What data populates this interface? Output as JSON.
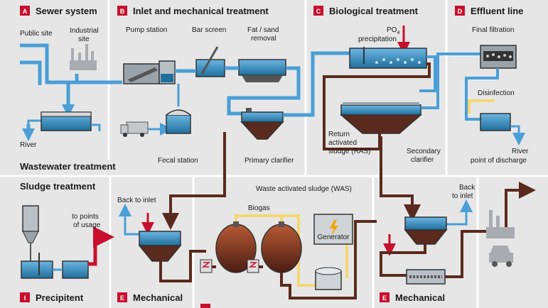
{
  "sections": {
    "a": {
      "letter": "A",
      "title": "Sewer system"
    },
    "b": {
      "letter": "B",
      "title": "Inlet and mechanical treatment"
    },
    "c": {
      "letter": "C",
      "title": "Biological treatment"
    },
    "d": {
      "letter": "D",
      "title": "Effluent line"
    }
  },
  "lower_sections": {
    "i": {
      "letter": "I",
      "title": "Precipitent"
    },
    "e1": {
      "letter": "E",
      "title": "Mechanical"
    },
    "e2": {
      "letter": "E",
      "title": "Mechanical"
    }
  },
  "headings": {
    "wastewater": "Wastewater treatment",
    "sludge": "Sludge treatment"
  },
  "labels": {
    "public_site": "Public site",
    "industrial_1": "Industrial",
    "industrial_2": "site",
    "river": "River",
    "pump_station": "Pump station",
    "bar_screen": "Bar screen",
    "fat_sand_1": "Fat / sand",
    "fat_sand_2": "removal",
    "fecal_station": "Fecal station",
    "primary_clarifier": "Primary clarifier",
    "po4": "PO",
    "po4_sub": "4",
    "precipitation": "precipitation",
    "return_1": "Return",
    "return_2": "activated",
    "return_3": "sludge (RAS)",
    "secondary_1": "Secondary",
    "secondary_2": "clarifier",
    "final_filtration": "Final filtration",
    "disinfection": "Disinfection",
    "river_discharge_1": "River",
    "river_discharge_2": "point of discharge",
    "was": "Waste activated sludge (WAS)",
    "back_to_inlet": "Back to inlet",
    "back_to_2": "Back",
    "to_inlet": "to inlet",
    "to_points_1": "to points",
    "to_points_2": "of usage",
    "biogas": "Biogas",
    "generator": "Generator"
  },
  "colors": {
    "water": "#4a9fd6",
    "water_dark": "#1f6f9e",
    "sludge": "#5a2a1e",
    "red": "#c8102e",
    "gas": "#f4d774",
    "badge": "#c8102e",
    "panel": "#e6e6e6"
  },
  "icons": {
    "generator": "lightning-icon",
    "factory": "factory-icon",
    "truck": "truck-icon"
  }
}
